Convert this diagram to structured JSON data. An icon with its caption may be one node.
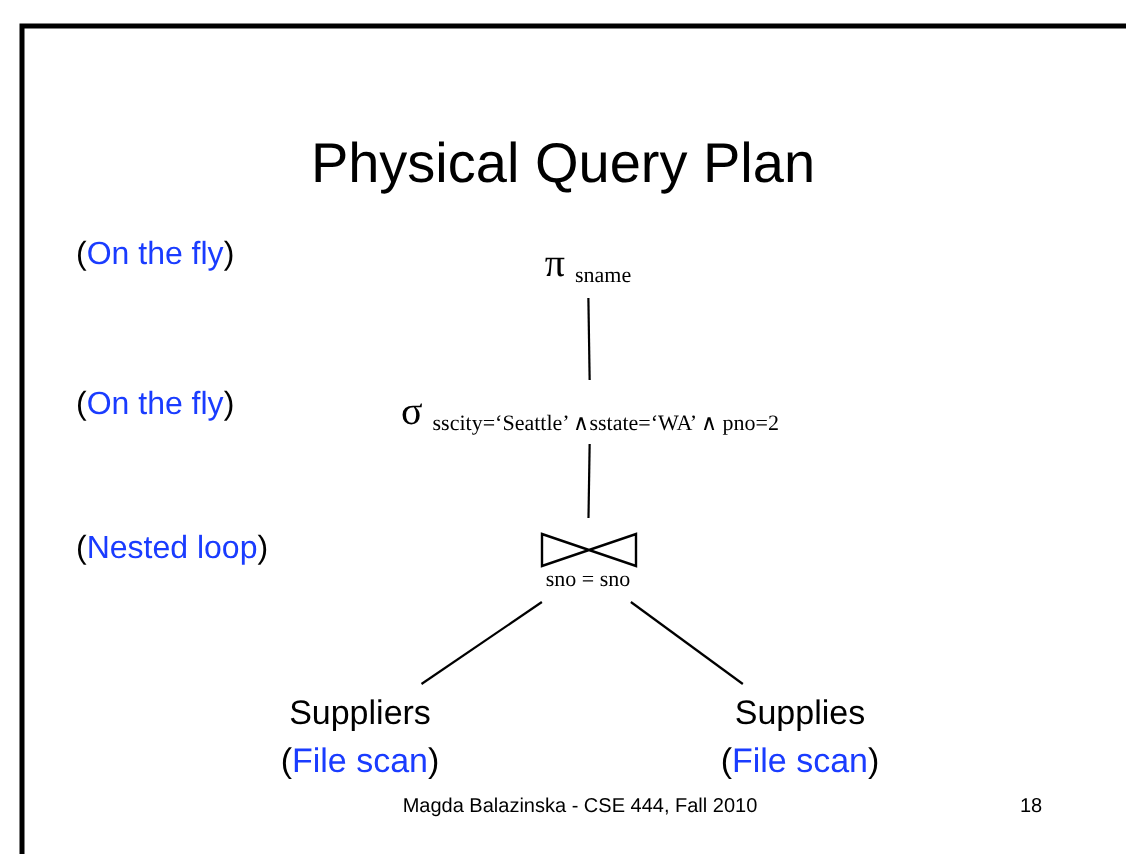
{
  "diagram": {
    "title": "Physical Query Plan",
    "nodes": [
      {
        "text": [
          "π $_{sname}$"
        ]
      },
      {
        "text": [
          "σ $_{sscity=‘Seattle’ ∧sstate=‘WA’ ∧ pno=2}$"
        ]
      },
      {
        "text": [
          "sno = sno"
        ]
      },
      {
        "text": [
          "Suppliers",
          "(File scan)"
        ]
      },
      {
        "text": [
          "Supplies",
          "(File scan)"
        ]
      }
    ],
    "edges": [
      {
        "from": 0,
        "to": 1,
        "arrow": "none"
      },
      {
        "from": 1,
        "to": 2,
        "arrow": "none"
      },
      {
        "from": 2,
        "to": 3,
        "arrow": "none"
      },
      {
        "from": 2,
        "to": 4,
        "arrow": "none"
      }
    ],
    "labels": [
      "(On the fly)",
      "(On the fly)",
      "(Nested loop)",
      "Magda Balazinska - CSE 444, Fall 2010",
      "18"
    ]
  }
}
